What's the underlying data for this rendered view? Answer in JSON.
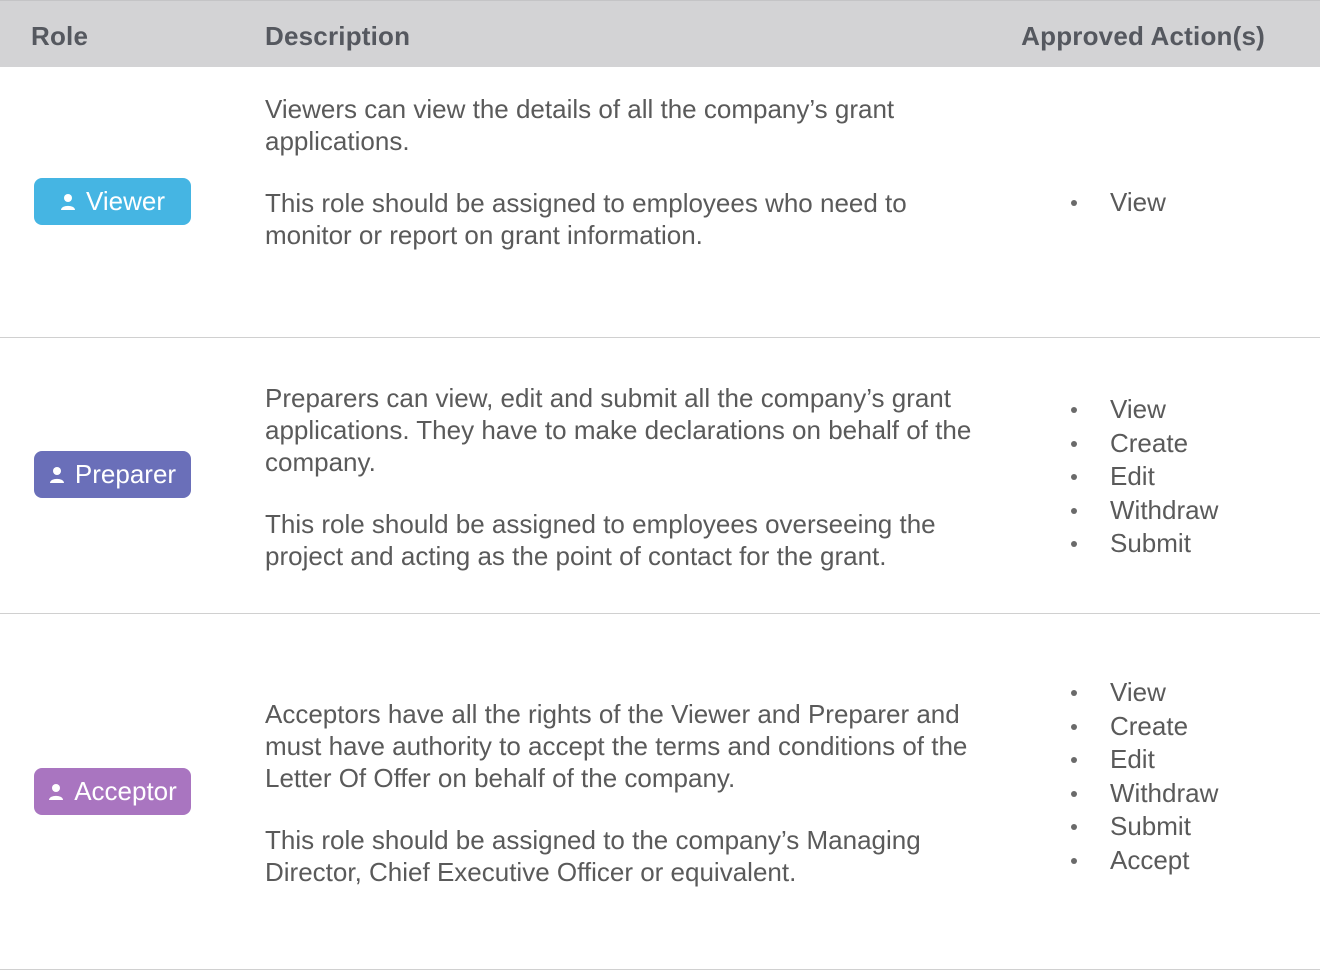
{
  "header": {
    "role": "Role",
    "description": "Description",
    "actions": "Approved Action(s)"
  },
  "colors": {
    "viewer": "#45b5e3",
    "preparer": "#6a6fb9",
    "acceptor": "#a975c0",
    "header_bg": "#d3d3d5"
  },
  "rows": [
    {
      "role": "Viewer",
      "icon": "user-icon",
      "description": [
        "Viewers can view the details of all the company’s grant applications.",
        "This role should be assigned to employees who need to monitor or report on grant information."
      ],
      "actions": [
        "View"
      ]
    },
    {
      "role": "Preparer",
      "icon": "user-icon",
      "description": [
        "Preparers can view, edit and submit all the company’s grant applications. They have to make declarations on behalf of the company.",
        "This role should be assigned to employees overseeing the project and acting as the point of contact for the grant."
      ],
      "actions": [
        "View",
        "Create",
        "Edit",
        "Withdraw",
        "Submit"
      ]
    },
    {
      "role": "Acceptor",
      "icon": "user-icon",
      "description": [
        "Acceptors have all the rights of the Viewer and Preparer and must have authority to accept the terms and conditions of the Letter Of Offer on behalf of the company.",
        "This role should be assigned to the company’s Managing Director, Chief Executive Officer or equivalent."
      ],
      "actions": [
        "View",
        "Create",
        "Edit",
        "Withdraw",
        "Submit",
        "Accept"
      ]
    }
  ]
}
